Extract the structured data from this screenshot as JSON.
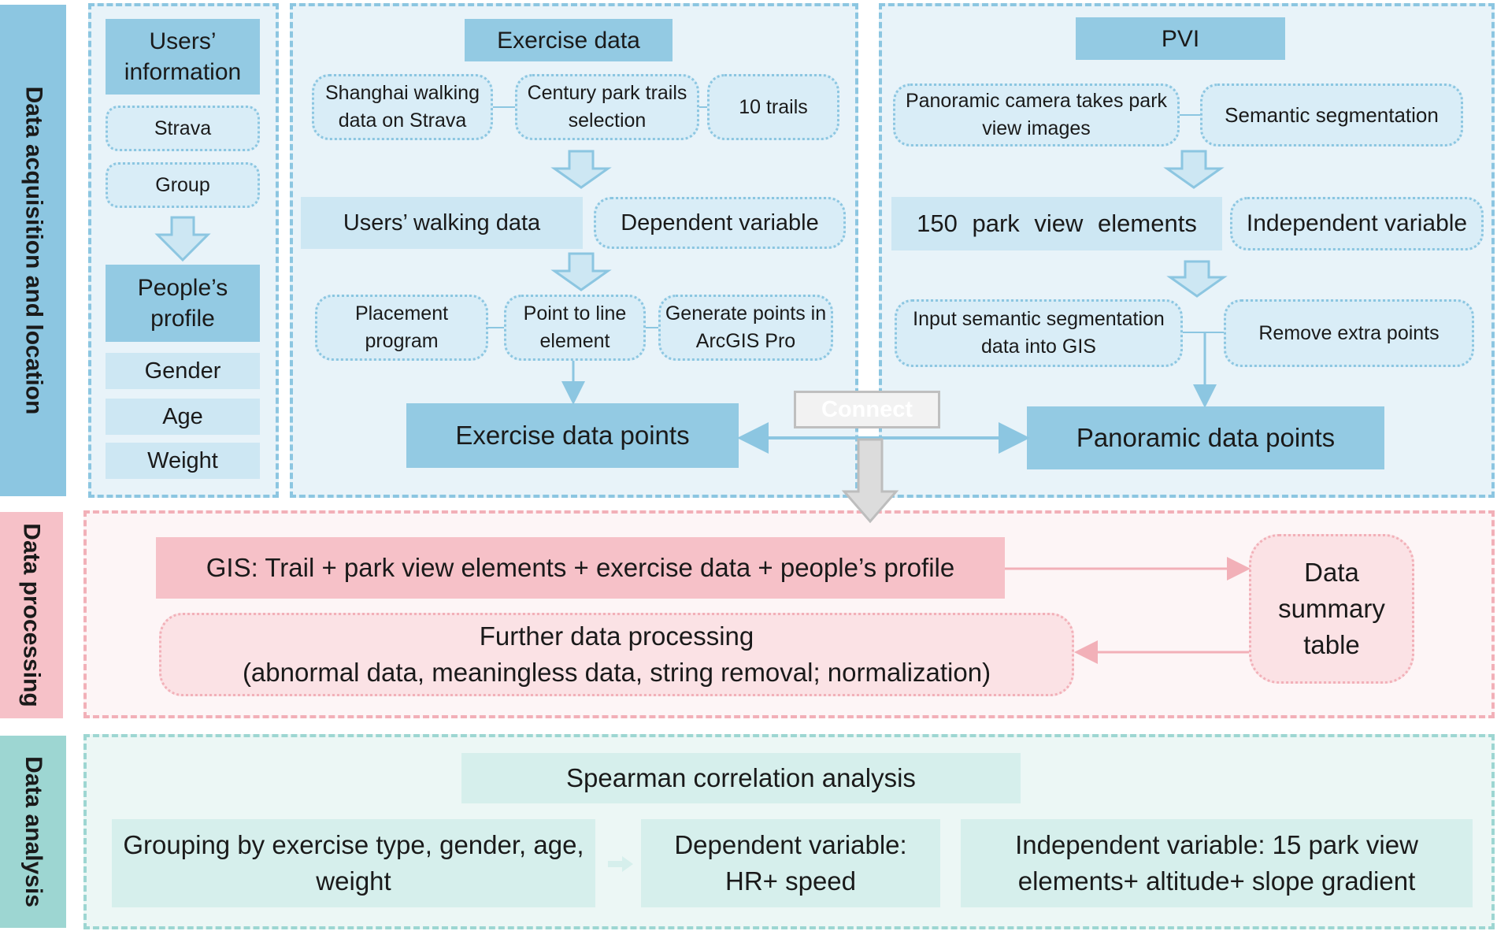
{
  "labels": {
    "acquisition": "Data acquisition and location",
    "processing": "Data processing",
    "analysis": "Data analysis"
  },
  "users": {
    "info": "Users’ information",
    "strava": "Strava",
    "group": "Group",
    "profile": "People’s profile",
    "gender": "Gender",
    "age": "Age",
    "weight": "Weight"
  },
  "exercise": {
    "title": "Exercise data",
    "shanghai": "Shanghai walking data on Strava",
    "century": "Century park trails selection",
    "trails": "10 trails",
    "walking": "Users’ walking data",
    "dependent": "Dependent variable",
    "placement": "Placement program",
    "point_to_line": "Point to line element",
    "generate": "Generate points in ArcGIS Pro",
    "points": "Exercise data points"
  },
  "pvi": {
    "title": "PVI",
    "camera": "Panoramic camera takes park view images",
    "semantic": "Semantic segmentation",
    "elements": "150 park view elements",
    "independent": "Independent variable",
    "input": "Input semantic segmentation data into GIS",
    "remove": "Remove extra points",
    "points": "Panoramic data points"
  },
  "connect": "Connect",
  "processing": {
    "gis": "GIS: Trail + park view elements + exercise data + people’s profile",
    "summary": "Data summary table",
    "further_line1": "Further data processing",
    "further_line2": "(abnormal data, meaningless data, string removal; normalization)"
  },
  "analysis": {
    "spearman": "Spearman correlation analysis",
    "grouping": "Grouping by exercise type, gender, age, weight",
    "dependent": "Dependent variable: HR+ speed",
    "independent": "Independent variable: 15 park view elements+ altitude+ slope gradient"
  },
  "colors": {
    "blue_border": "#8cc6e1",
    "blue_fill": "#e8f3f9",
    "pink_border": "#f2b0b8",
    "teal_border": "#9dd6d2"
  }
}
